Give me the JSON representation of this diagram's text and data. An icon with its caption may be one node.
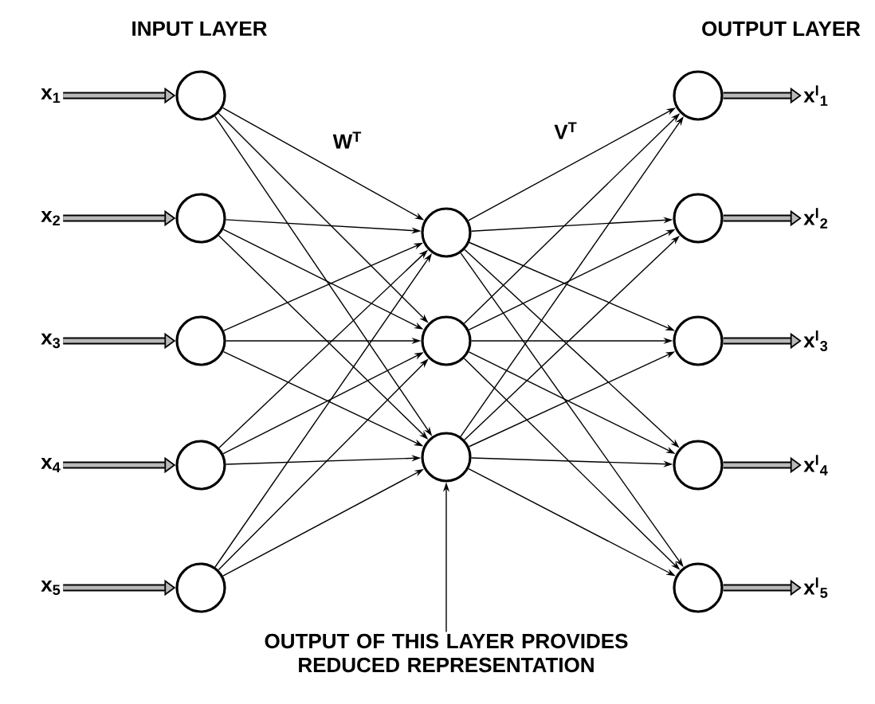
{
  "diagram": {
    "nodes": [
      {
        "text": [
          "x$_{1}$"
        ]
      },
      {
        "text": [
          "x$_{2}$"
        ]
      },
      {
        "text": [
          "x$_{3}$"
        ]
      },
      {
        "text": [
          "x$_{4}$"
        ]
      },
      {
        "text": [
          "x$_{5}$"
        ]
      },
      {
        "text": [],
        "shape": "circle"
      },
      {
        "text": [],
        "shape": "circle"
      },
      {
        "text": [],
        "shape": "circle"
      },
      {
        "text": [],
        "shape": "circle"
      },
      {
        "text": [],
        "shape": "circle"
      },
      {
        "text": [],
        "shape": "circle"
      },
      {
        "text": [],
        "shape": "circle"
      },
      {
        "text": [],
        "shape": "circle"
      },
      {
        "text": [],
        "shape": "circle"
      },
      {
        "text": [],
        "shape": "circle"
      },
      {
        "text": [],
        "shape": "circle"
      },
      {
        "text": [],
        "shape": "circle"
      },
      {
        "text": [],
        "shape": "circle"
      },
      {
        "text": [
          "x$^{I}$$_{1}$"
        ]
      },
      {
        "text": [
          "x$^{I}$$_{2}$"
        ]
      },
      {
        "text": [
          "x$^{I}$$_{3}$"
        ]
      },
      {
        "text": [
          "x$^{I}$$_{4}$"
        ]
      },
      {
        "text": [
          "x$^{I}$$_{5}$"
        ]
      },
      {
        "text": [
          "OUTPUT OF THIS LAYER PROVIDES REDUCED REPRESENTATION"
        ]
      }
    ],
    "edges": [
      {
        "from": 0,
        "to": 5,
        "arrow": "to",
        "style": "thick"
      },
      {
        "from": 1,
        "to": 6,
        "arrow": "to",
        "style": "thick"
      },
      {
        "from": 2,
        "to": 7,
        "arrow": "to",
        "style": "thick"
      },
      {
        "from": 3,
        "to": 8,
        "arrow": "to",
        "style": "thick"
      },
      {
        "from": 4,
        "to": 9,
        "arrow": "to",
        "style": "thick"
      },
      {
        "from": 5,
        "to": 10,
        "arrow": "to"
      },
      {
        "from": 5,
        "to": 11,
        "arrow": "to"
      },
      {
        "from": 5,
        "to": 12,
        "arrow": "to"
      },
      {
        "from": 6,
        "to": 10,
        "arrow": "to"
      },
      {
        "from": 6,
        "to": 11,
        "arrow": "to"
      },
      {
        "from": 6,
        "to": 12,
        "arrow": "to"
      },
      {
        "from": 7,
        "to": 10,
        "arrow": "to"
      },
      {
        "from": 7,
        "to": 11,
        "arrow": "to"
      },
      {
        "from": 7,
        "to": 12,
        "arrow": "to"
      },
      {
        "from": 8,
        "to": 10,
        "arrow": "to"
      },
      {
        "from": 8,
        "to": 11,
        "arrow": "to"
      },
      {
        "from": 8,
        "to": 12,
        "arrow": "to"
      },
      {
        "from": 9,
        "to": 10,
        "arrow": "to"
      },
      {
        "from": 9,
        "to": 11,
        "arrow": "to"
      },
      {
        "from": 9,
        "to": 12,
        "arrow": "to"
      },
      {
        "from": 10,
        "to": 13,
        "arrow": "to"
      },
      {
        "from": 10,
        "to": 14,
        "arrow": "to"
      },
      {
        "from": 10,
        "to": 15,
        "arrow": "to"
      },
      {
        "from": 10,
        "to": 16,
        "arrow": "to"
      },
      {
        "from": 10,
        "to": 17,
        "arrow": "to"
      },
      {
        "from": 11,
        "to": 13,
        "arrow": "to"
      },
      {
        "from": 11,
        "to": 14,
        "arrow": "to"
      },
      {
        "from": 11,
        "to": 15,
        "arrow": "to"
      },
      {
        "from": 11,
        "to": 16,
        "arrow": "to"
      },
      {
        "from": 11,
        "to": 17,
        "arrow": "to"
      },
      {
        "from": 12,
        "to": 13,
        "arrow": "to"
      },
      {
        "from": 12,
        "to": 14,
        "arrow": "to"
      },
      {
        "from": 12,
        "to": 15,
        "arrow": "to"
      },
      {
        "from": 12,
        "to": 16,
        "arrow": "to"
      },
      {
        "from": 12,
        "to": 17,
        "arrow": "to"
      },
      {
        "from": 13,
        "to": 18,
        "arrow": "to",
        "style": "thick"
      },
      {
        "from": 14,
        "to": 19,
        "arrow": "to",
        "style": "thick"
      },
      {
        "from": 15,
        "to": 20,
        "arrow": "to",
        "style": "thick"
      },
      {
        "from": 16,
        "to": 21,
        "arrow": "to",
        "style": "thick"
      },
      {
        "from": 17,
        "to": 22,
        "arrow": "to",
        "style": "thick"
      },
      {
        "from": 23,
        "to": 12,
        "arrow": "to"
      }
    ],
    "labels": [
      "INPUT LAYER",
      "OUTPUT LAYER",
      "W$^{T}$",
      "V$^{T}$"
    ]
  }
}
